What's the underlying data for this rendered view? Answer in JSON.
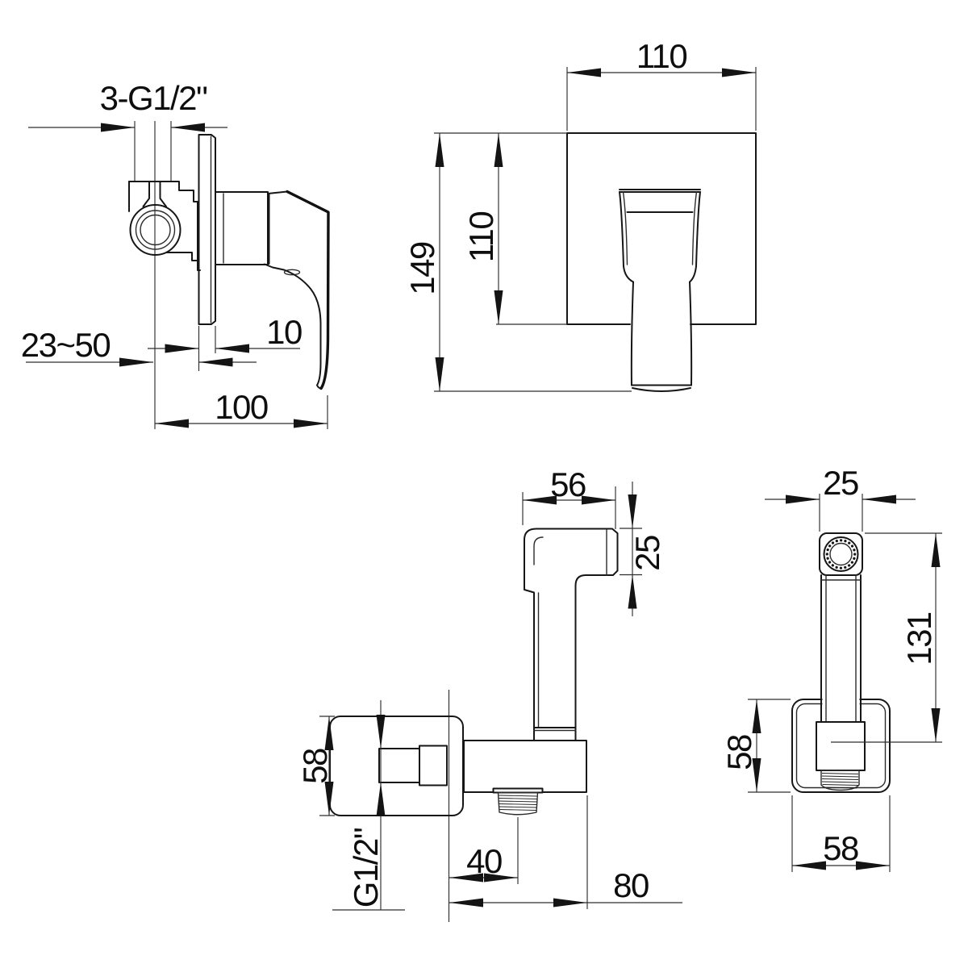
{
  "meta": {
    "kind": "technical-dimension-drawing",
    "subject": "concealed bidet mixer with hand spray set",
    "units": "mm"
  },
  "colors": {
    "line": "#161616",
    "background": "#ffffff"
  },
  "views": {
    "mixer_side": {
      "title": "mixer side view",
      "dims": {
        "ports_thread": "3-G1/2\"",
        "wall_depth_range": "23~50",
        "plate_thickness": "10",
        "body_length": "100"
      }
    },
    "mixer_front": {
      "title": "mixer front view",
      "dims": {
        "plate_width": "110",
        "overall_height": "149",
        "plate_height": "110"
      }
    },
    "sprayer_side": {
      "title": "hand spray holder side view",
      "dims": {
        "head_length": "56",
        "head_height": "25",
        "flange_size": "58",
        "inlet_thread": "G1/2\"",
        "hose_offset": "40",
        "projection": "80"
      }
    },
    "sprayer_front": {
      "title": "hand spray front view",
      "dims": {
        "head_width": "25",
        "body_length": "131",
        "flange_height": "58",
        "flange_width": "58"
      }
    }
  }
}
